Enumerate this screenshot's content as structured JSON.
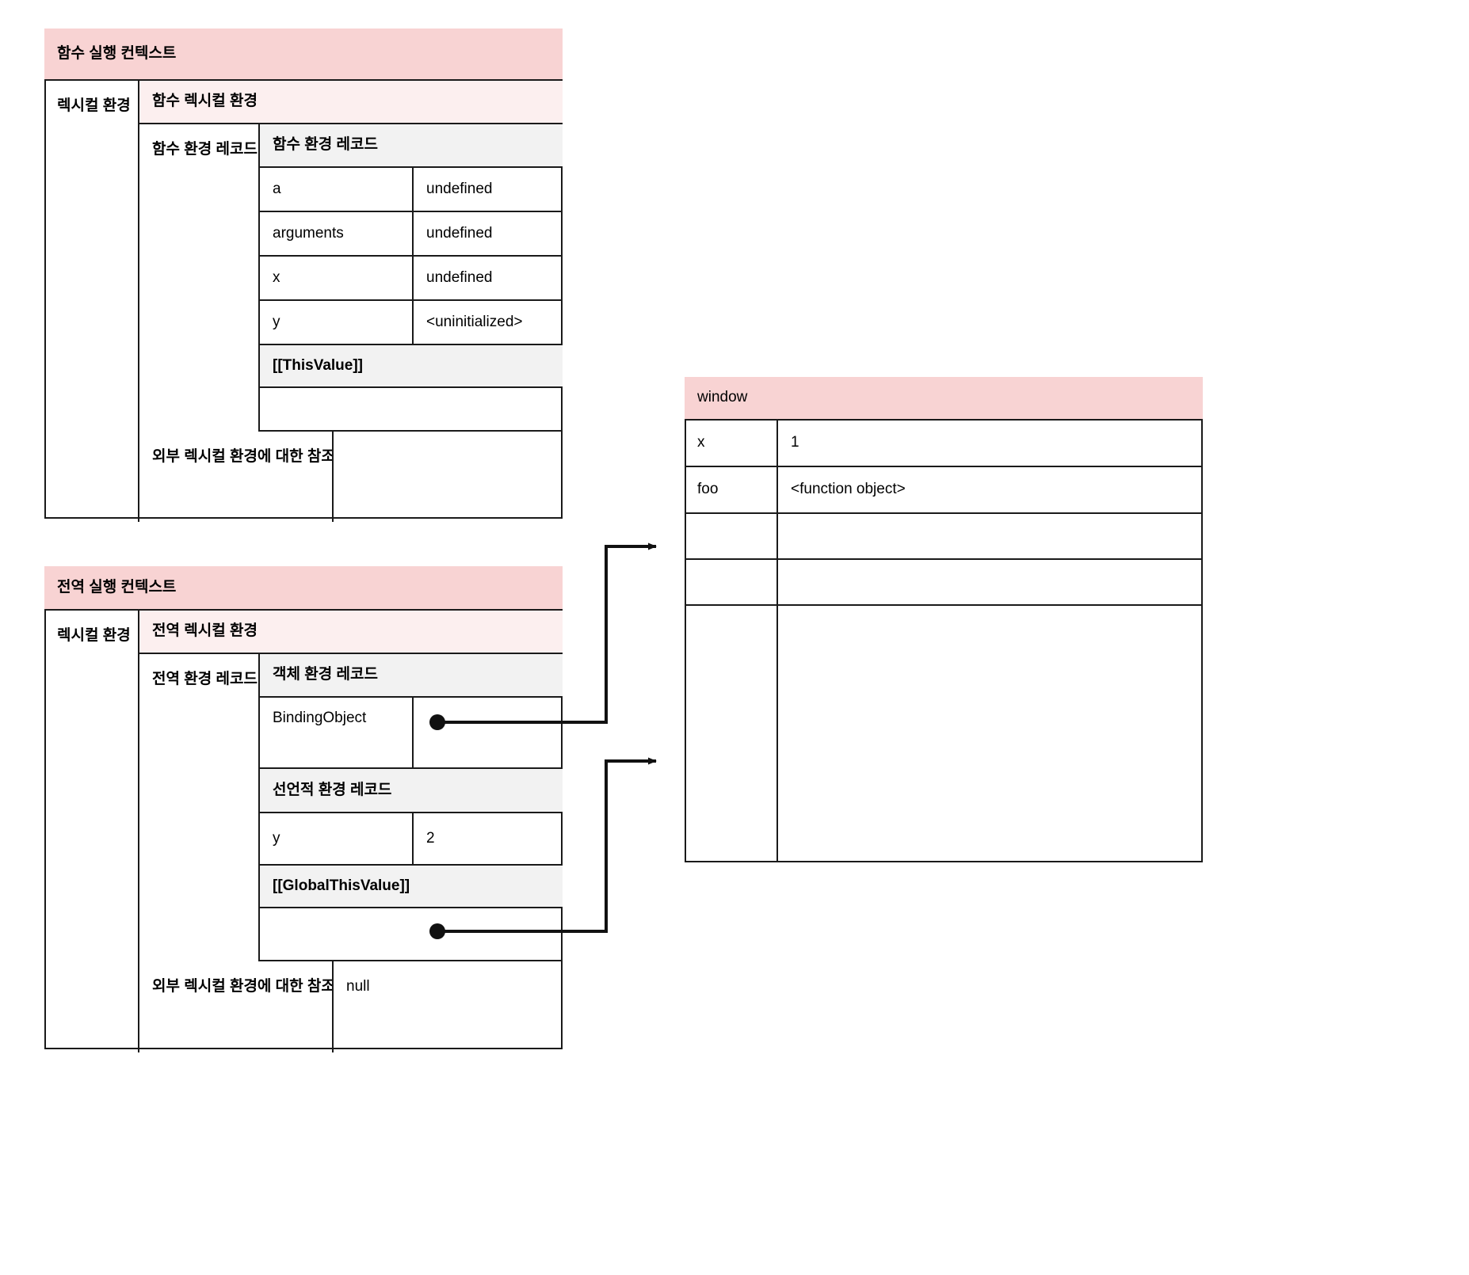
{
  "diagram": {
    "title_function_ec": "함수 실행 컨텍스트",
    "title_global_ec": "전역 실행 컨텍스트",
    "title_window": "window"
  },
  "function_context": {
    "header": "함수 실행 컨텍스트",
    "lexical_env_label": "렉시컬 환경",
    "lexical_env_title": "함수 렉시컬 환경",
    "env_record_label": "함수 환경 레코드",
    "env_record_title": "함수 환경 레코드",
    "bindings": [
      {
        "name": "a",
        "value": "undefined"
      },
      {
        "name": "arguments",
        "value": "undefined"
      },
      {
        "name": "x",
        "value": "undefined"
      },
      {
        "name": "y",
        "value": "<uninitialized>"
      }
    ],
    "this_value_label": "[[ThisValue]]",
    "this_value": "",
    "outer_ref_label": "외부 렉시컬 환경에 대한 참조",
    "outer_ref_value": ""
  },
  "global_context": {
    "header": "전역 실행 컨텍스트",
    "lexical_env_label": "렉시컬 환경",
    "lexical_env_title": "전역 렉시컬 환경",
    "env_record_label": "전역 환경 레코드",
    "object_record_title": "객체 환경 레코드",
    "binding_object_label": "BindingObject",
    "binding_object_value": "",
    "declarative_record_title": "선언적 환경 레코드",
    "declarative_bindings": [
      {
        "name": "y",
        "value": "2"
      }
    ],
    "global_this_label": "[[GlobalThisValue]]",
    "global_this_value": "",
    "outer_ref_label": "외부 렉시컬 환경에 대한 참조",
    "outer_ref_value": "null"
  },
  "window_object": {
    "header": "window",
    "properties": [
      {
        "name": "x",
        "value": "1"
      },
      {
        "name": "foo",
        "value": "<function object>"
      },
      {
        "name": "",
        "value": ""
      },
      {
        "name": "",
        "value": ""
      },
      {
        "name": "",
        "value": ""
      }
    ]
  },
  "colors": {
    "header_pink": "#f8d3d3",
    "subheader_pink": "#fcefef",
    "record_grey": "#f2f2f2",
    "border": "#1a1a1a",
    "connector": "#111111"
  }
}
